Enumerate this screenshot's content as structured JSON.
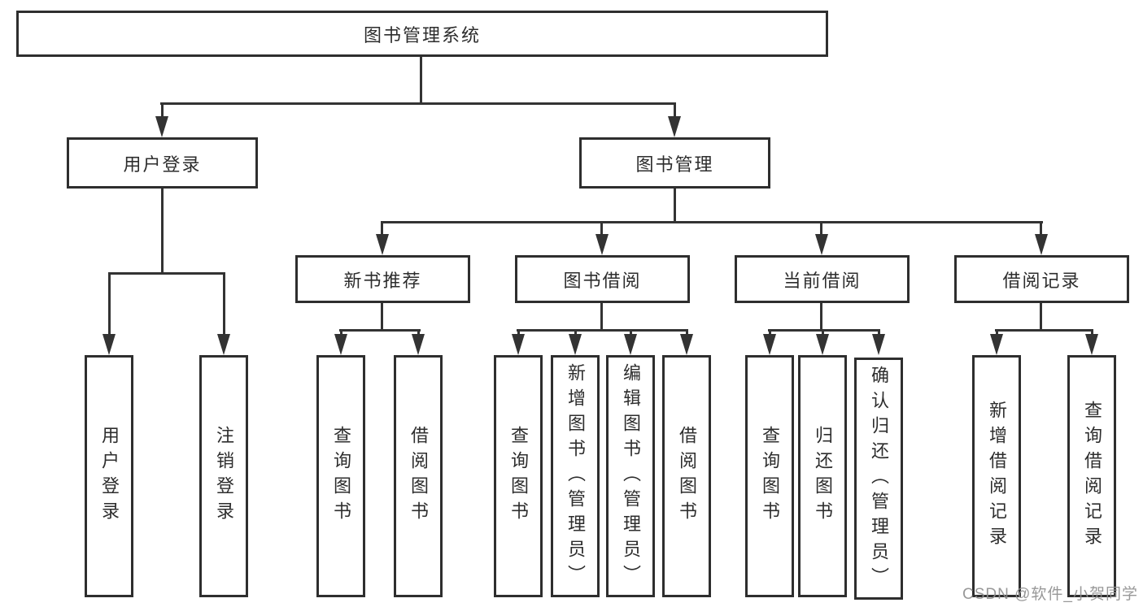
{
  "title": "图书管理系统",
  "tree": {
    "root": {
      "label": "图书管理系统",
      "children": [
        {
          "label": "用户登录",
          "children": [
            {
              "label": "用户登录"
            },
            {
              "label": "注销登录"
            }
          ]
        },
        {
          "label": "图书管理",
          "children": [
            {
              "label": "新书推荐",
              "children": [
                {
                  "label": "查询图书"
                },
                {
                  "label": "借阅图书"
                }
              ]
            },
            {
              "label": "图书借阅",
              "children": [
                {
                  "label": "查询图书"
                },
                {
                  "label": "新增图书（管理员）"
                },
                {
                  "label": "编辑图书（管理员）"
                },
                {
                  "label": "借阅图书"
                }
              ]
            },
            {
              "label": "当前借阅",
              "children": [
                {
                  "label": "查询图书"
                },
                {
                  "label": "归还图书"
                },
                {
                  "label": "确认归还（管理员）"
                }
              ]
            },
            {
              "label": "借阅记录",
              "children": [
                {
                  "label": "新增借阅记录"
                },
                {
                  "label": "查询借阅记录"
                }
              ]
            }
          ]
        }
      ]
    }
  },
  "watermark": "CSDN @软件_小贺同学",
  "colors": {
    "line": "#333333",
    "border": "#2e2e2e",
    "background": "#ffffff",
    "watermark": "#8f8f8f"
  }
}
